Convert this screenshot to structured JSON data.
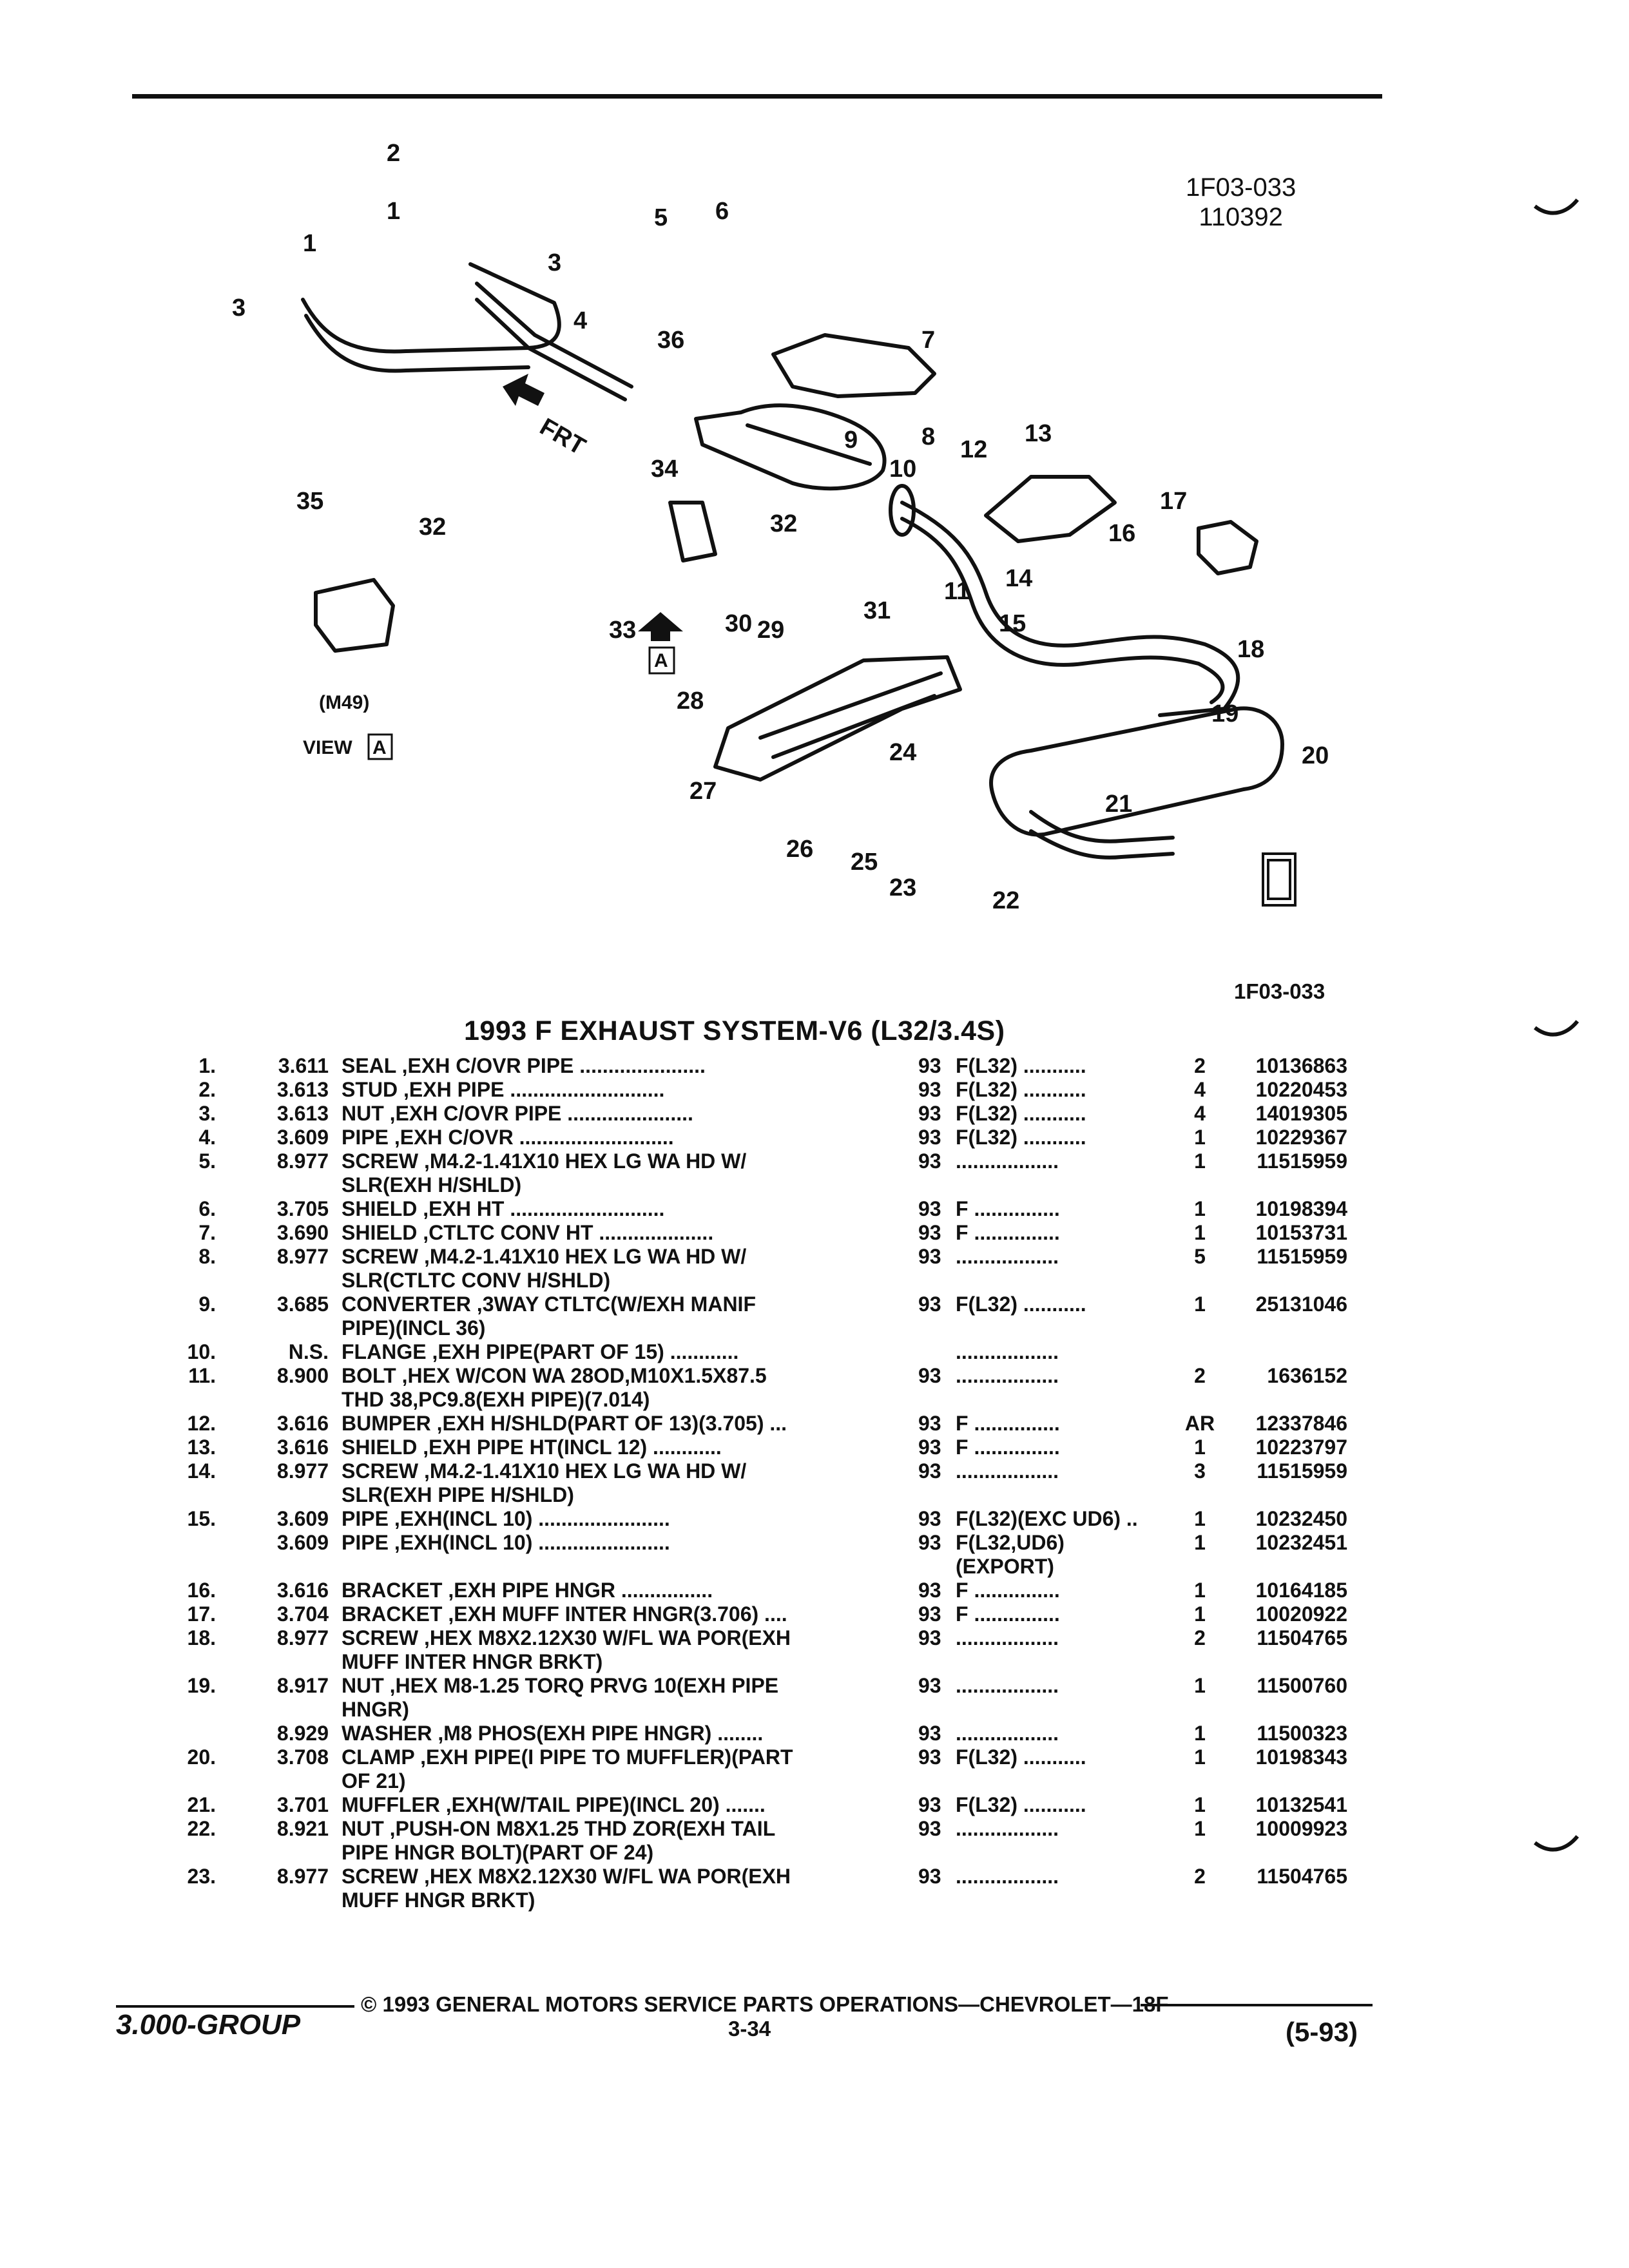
{
  "figure": {
    "ref_code": "1F03-033",
    "ref_number": "110392",
    "labels": {
      "frt": "FRT",
      "m49": "(M49)",
      "view": "VIEW",
      "view_letter": "A",
      "a_box": "A"
    },
    "callouts": [
      "1",
      "1",
      "2",
      "3",
      "3",
      "4",
      "5",
      "6",
      "7",
      "8",
      "9",
      "10",
      "11",
      "12",
      "13",
      "14",
      "15",
      "16",
      "17",
      "18",
      "19",
      "20",
      "21",
      "22",
      "23",
      "24",
      "25",
      "26",
      "27",
      "28",
      "29",
      "30",
      "31",
      "32",
      "32",
      "33",
      "34",
      "35",
      "36"
    ]
  },
  "section_ref": "1F03-033",
  "title": "1993 F EXHAUST SYSTEM-V6 (L32/3.4S)",
  "parts": [
    {
      "num": "1.",
      "group": "3.611",
      "desc": [
        "SEAL ,EXH C/OVR PIPE ......................"
      ],
      "yr": "93",
      "family": [
        "F(L32) ..........."
      ],
      "qty": "2",
      "pn": "10136863"
    },
    {
      "num": "2.",
      "group": "3.613",
      "desc": [
        "STUD ,EXH PIPE ..........................."
      ],
      "yr": "93",
      "family": [
        "F(L32) ..........."
      ],
      "qty": "4",
      "pn": "10220453"
    },
    {
      "num": "3.",
      "group": "3.613",
      "desc": [
        "NUT ,EXH C/OVR PIPE ......................"
      ],
      "yr": "93",
      "family": [
        "F(L32) ..........."
      ],
      "qty": "4",
      "pn": "14019305"
    },
    {
      "num": "4.",
      "group": "3.609",
      "desc": [
        "PIPE ,EXH C/OVR ..........................."
      ],
      "yr": "93",
      "family": [
        "F(L32) ..........."
      ],
      "qty": "1",
      "pn": "10229367"
    },
    {
      "num": "5.",
      "group": "8.977",
      "desc": [
        "SCREW ,M4.2-1.41X10 HEX LG WA HD W/",
        "SLR(EXH H/SHLD)"
      ],
      "yr": "93",
      "family": [
        ".................."
      ],
      "qty": "1",
      "pn": "11515959"
    },
    {
      "num": "6.",
      "group": "3.705",
      "desc": [
        "SHIELD ,EXH HT ..........................."
      ],
      "yr": "93",
      "family": [
        "F ..............."
      ],
      "qty": "1",
      "pn": "10198394"
    },
    {
      "num": "7.",
      "group": "3.690",
      "desc": [
        "SHIELD ,CTLTC CONV HT ...................."
      ],
      "yr": "93",
      "family": [
        "F ..............."
      ],
      "qty": "1",
      "pn": "10153731"
    },
    {
      "num": "8.",
      "group": "8.977",
      "desc": [
        "SCREW ,M4.2-1.41X10 HEX LG WA HD W/",
        "SLR(CTLTC CONV H/SHLD)"
      ],
      "yr": "93",
      "family": [
        ".................."
      ],
      "qty": "5",
      "pn": "11515959"
    },
    {
      "num": "9.",
      "group": "3.685",
      "desc": [
        "CONVERTER ,3WAY CTLTC(W/EXH MANIF",
        "PIPE)(INCL 36)"
      ],
      "yr": "93",
      "family": [
        "F(L32) ..........."
      ],
      "qty": "1",
      "pn": "25131046"
    },
    {
      "num": "10.",
      "group": "N.S.",
      "desc": [
        "FLANGE ,EXH PIPE(PART OF 15) ............"
      ],
      "yr": "",
      "family": [
        ".................."
      ],
      "qty": "",
      "pn": ""
    },
    {
      "num": "11.",
      "group": "8.900",
      "desc": [
        "BOLT ,HEX W/CON WA 28OD,M10X1.5X87.5",
        "THD 38,PC9.8(EXH PIPE)(7.014)"
      ],
      "yr": "93",
      "family": [
        ".................."
      ],
      "qty": "2",
      "pn": "1636152"
    },
    {
      "num": "12.",
      "group": "3.616",
      "desc": [
        "BUMPER ,EXH H/SHLD(PART OF 13)(3.705) ..."
      ],
      "yr": "93",
      "family": [
        "F ..............."
      ],
      "qty": "AR",
      "pn": "12337846"
    },
    {
      "num": "13.",
      "group": "3.616",
      "desc": [
        "SHIELD ,EXH PIPE HT(INCL 12) ............"
      ],
      "yr": "93",
      "family": [
        "F ..............."
      ],
      "qty": "1",
      "pn": "10223797"
    },
    {
      "num": "14.",
      "group": "8.977",
      "desc": [
        "SCREW ,M4.2-1.41X10 HEX LG WA HD W/",
        "SLR(EXH PIPE H/SHLD)"
      ],
      "yr": "93",
      "family": [
        ".................."
      ],
      "qty": "3",
      "pn": "11515959"
    },
    {
      "num": "15.",
      "group": "3.609",
      "desc": [
        "PIPE ,EXH(INCL 10) ......................."
      ],
      "yr": "93",
      "family": [
        "F(L32)(EXC UD6) .."
      ],
      "qty": "1",
      "pn": "10232450"
    },
    {
      "num": "",
      "group": "3.609",
      "desc": [
        "PIPE ,EXH(INCL 10) ......................."
      ],
      "yr": "93",
      "family": [
        "F(L32,UD6)",
        "(EXPORT)"
      ],
      "qty": "1",
      "pn": "10232451"
    },
    {
      "num": "16.",
      "group": "3.616",
      "desc": [
        "BRACKET ,EXH PIPE HNGR ................"
      ],
      "yr": "93",
      "family": [
        "F ..............."
      ],
      "qty": "1",
      "pn": "10164185"
    },
    {
      "num": "17.",
      "group": "3.704",
      "desc": [
        "BRACKET ,EXH MUFF INTER HNGR(3.706) ...."
      ],
      "yr": "93",
      "family": [
        "F ..............."
      ],
      "qty": "1",
      "pn": "10020922"
    },
    {
      "num": "18.",
      "group": "8.977",
      "desc": [
        "SCREW ,HEX M8X2.12X30 W/FL WA POR(EXH",
        "MUFF INTER HNGR BRKT)"
      ],
      "yr": "93",
      "family": [
        ".................."
      ],
      "qty": "2",
      "pn": "11504765"
    },
    {
      "num": "19.",
      "group": "8.917",
      "desc": [
        "NUT ,HEX M8-1.25 TORQ PRVG 10(EXH PIPE",
        "HNGR)"
      ],
      "yr": "93",
      "family": [
        ".................."
      ],
      "qty": "1",
      "pn": "11500760"
    },
    {
      "num": "",
      "group": "8.929",
      "desc": [
        "WASHER ,M8 PHOS(EXH PIPE HNGR) ........"
      ],
      "yr": "93",
      "family": [
        ".................."
      ],
      "qty": "1",
      "pn": "11500323"
    },
    {
      "num": "20.",
      "group": "3.708",
      "desc": [
        "CLAMP ,EXH PIPE(I PIPE TO MUFFLER)(PART",
        "OF 21)"
      ],
      "yr": "93",
      "family": [
        "F(L32) ..........."
      ],
      "qty": "1",
      "pn": "10198343"
    },
    {
      "num": "21.",
      "group": "3.701",
      "desc": [
        "MUFFLER ,EXH(W/TAIL PIPE)(INCL 20) ......."
      ],
      "yr": "93",
      "family": [
        "F(L32) ..........."
      ],
      "qty": "1",
      "pn": "10132541"
    },
    {
      "num": "22.",
      "group": "8.921",
      "desc": [
        "NUT ,PUSH-ON M8X1.25 THD ZOR(EXH TAIL",
        "PIPE HNGR BOLT)(PART OF 24)"
      ],
      "yr": "93",
      "family": [
        ".................."
      ],
      "qty": "1",
      "pn": "10009923"
    },
    {
      "num": "23.",
      "group": "8.977",
      "desc": [
        "SCREW ,HEX M8X2.12X30 W/FL WA POR(EXH",
        "MUFF HNGR BRKT)"
      ],
      "yr": "93",
      "family": [
        ".................."
      ],
      "qty": "2",
      "pn": "11504765"
    }
  ],
  "footer": {
    "copyright": "© 1993 GENERAL MOTORS SERVICE PARTS OPERATIONS—CHEVROLET—18F",
    "group": "3.000-GROUP",
    "page": "3-34",
    "date": "(5-93)"
  }
}
